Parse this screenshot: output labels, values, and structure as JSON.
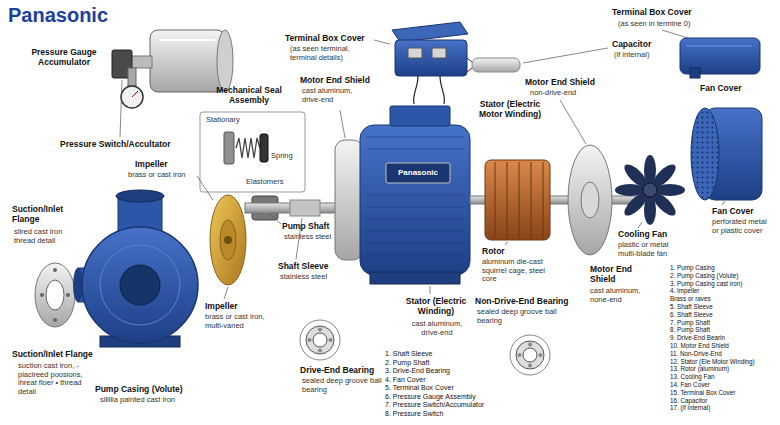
{
  "diagram": {
    "title": "Panasonic",
    "labels": [
      "Pressure Gauge Accumulator",
      "Terminal Box Cover",
      "(as seen terminal, terminal details)",
      "Terminal Box Cover",
      "(as seen in termine 0)",
      "Capacitor",
      "(if internal)",
      "Fan Cover",
      "Motor End Shield",
      "non-drive-end",
      "Mechanical Seal Assembly",
      "Stationary",
      "Spring",
      "Elastomers",
      "Motor End Shield",
      "cast aluminum, drive-end",
      "Stator (Electric Motor Winding)",
      "Pressure Switch/Accultator",
      "Impeller",
      "brass or cast iron",
      "Suction/Inlet Flange",
      "slired cast iron thread detail",
      "Motor End Shield",
      "cast aluminum, none-end",
      "Cooling Fan",
      "plastic or metal multi-blade fan",
      "Fan Cover",
      "perforated metal or plastic cover",
      "Rotor",
      "aluminum die-cast squirrel cage, steel core",
      "Pump Shaft",
      "stainless steel",
      "Non-Drive-End Bearing",
      "sealed deep groove ball bearing",
      "Impeller",
      "brass or cast iron, multi-vaned",
      "Shaft Sleeve",
      "stainless steel",
      "Stator (Electric Winding)",
      "cast aluminum, drive-end",
      "Suction/Inlet Flange",
      "suction cast iron, - placlreed poosions, ihreat floer • thread detail",
      "Pump Casing (Volute)",
      "silillia painted cast iron",
      "Drive-End Bearing",
      "sealed deep groove ball bearing",
      "Panasonic",
      "1. Shaft Sleeve",
      "2. Pump Shaft",
      "3. Drive-End Bearing",
      "4. Fan Cover",
      "5. Terminal Box Cover",
      "6. Pressure Gauge Assembly",
      "7. Pressure Switch/Accumulator",
      "8. Pressure Switch",
      "1. Pump Casing",
      "2. Pump Casing (Volute)",
      "3. Pump Casing cast iron)",
      "4. Impeller",
      "Brass or raves",
      "5. Shaft Sleeve",
      "6. Shaft Sleeve",
      "7. Pump Shaft",
      "8. Pump Shaft",
      "9. Drive-End Bearin",
      "10. Motor End Shield",
      "11. Non-Drive-End",
      "12. Stator (Ele Motor Winding)",
      "13. Rotor (aluminum)",
      "13. Cooling Fan",
      "14. Fan Cover",
      "15. Terminal Box Cover",
      "16. Capacitor",
      "17. (if internal)"
    ]
  }
}
